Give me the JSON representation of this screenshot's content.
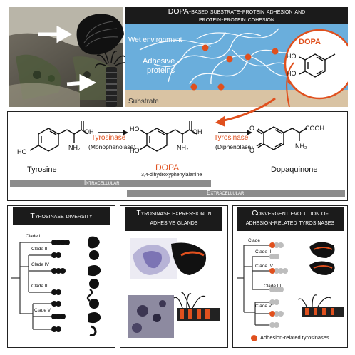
{
  "top_banner": {
    "title_line1": "DOPA-based substrate-protein adhesion and",
    "title_line2": "protein-protein cohesion",
    "wet_environment": "Wet environment",
    "adhesive_proteins_1": "Adhesive",
    "adhesive_proteins_2": "proteins",
    "substrate": "Substrate",
    "dopa_inset_label": "DOPA",
    "ho1": "HO",
    "ho2": "HO"
  },
  "reaction": {
    "tyrosine": "Tyrosine",
    "tyrosinase_1": "Tyrosinase",
    "monophenolase": "(Monophenolase)",
    "dopa": "DOPA",
    "dopa_full": "3,4-dihydroxyphenylalanine",
    "tyrosinase_2": "Tyrosinase",
    "diphenolase": "(Diphenolase)",
    "dopaquinone": "Dopaquinone",
    "intracellular": "Intracellular",
    "extracellular": "Extracellular",
    "chem": {
      "oh": "OH",
      "o": "O",
      "nh2": "NH₂",
      "ho": "HO",
      "cooh": "COOH"
    }
  },
  "panels": {
    "p1_title": "Tyrosinase diversity",
    "p2_title_1": "Tyrosinase expression in",
    "p2_title_2": "adhesive glands",
    "p3_title_1": "Convergent evolution of",
    "p3_title_2": "adhesion-related tyrosinases",
    "clades_left": [
      "Clade I",
      "Clade II",
      "Clade IV",
      "Clade III",
      "Clade V"
    ],
    "clades_right": [
      "Clade I",
      "Clade II",
      "Clade IV",
      "Clade III",
      "Clade V"
    ],
    "legend": "Adhesion-related tyrosinases"
  },
  "colors": {
    "accent_orange": "#e0501e",
    "water_blue": "#6aaedc",
    "sand": "#d9c3a3",
    "dark_banner": "#1b1b1b",
    "grey_bar": "#8c8c8c"
  }
}
